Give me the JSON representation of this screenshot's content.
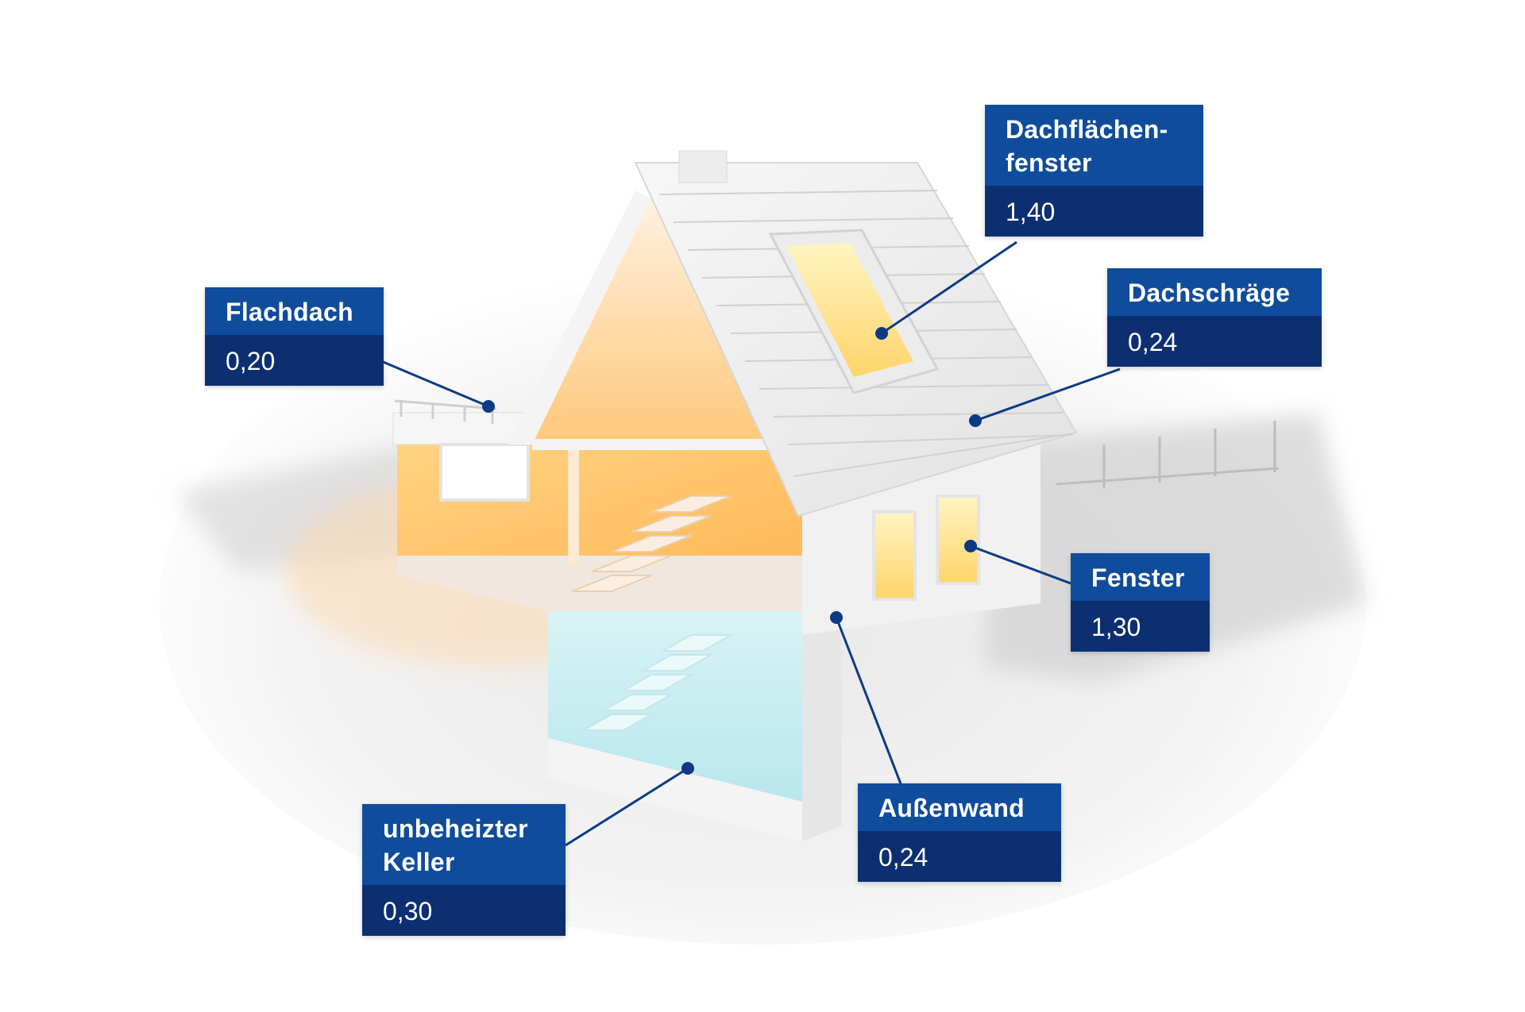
{
  "colors": {
    "label_title_bg": "#0f4c9c",
    "label_value_bg": "#0c2f72",
    "leader_line": "#0c3a85",
    "label_text": "#ffffff"
  },
  "labels": [
    {
      "id": "flachdach",
      "title": "Flachdach",
      "value": "0,20"
    },
    {
      "id": "dachflaechenfenster",
      "title": "Dachflächen-\nfenster",
      "value": "1,40"
    },
    {
      "id": "dachschraege",
      "title": "Dachschräge",
      "value": "0,24"
    },
    {
      "id": "fenster",
      "title": "Fenster",
      "value": "1,30"
    },
    {
      "id": "aussenwand",
      "title": "Außenwand",
      "value": "0,24"
    },
    {
      "id": "keller",
      "title": "unbeheizter\nKeller",
      "value": "0,30"
    }
  ]
}
